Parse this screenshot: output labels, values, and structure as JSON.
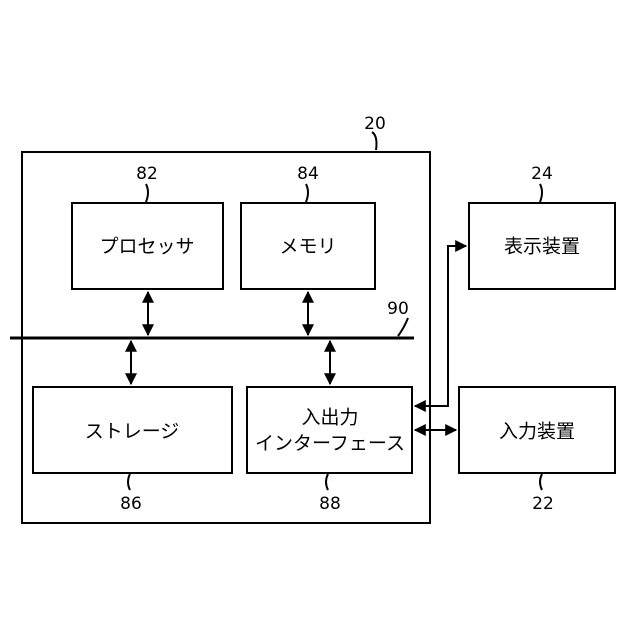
{
  "refs": {
    "computer": "20",
    "processor": "82",
    "memory": "84",
    "bus": "90",
    "storage": "86",
    "io_interface": "88",
    "display_device": "24",
    "input_device": "22"
  },
  "labels": {
    "processor": "プロセッサ",
    "memory": "メモリ",
    "storage": "ストレージ",
    "io_interface_line1": "入出力",
    "io_interface_line2": "インターフェース",
    "display_device": "表示装置",
    "input_device": "入力装置"
  }
}
